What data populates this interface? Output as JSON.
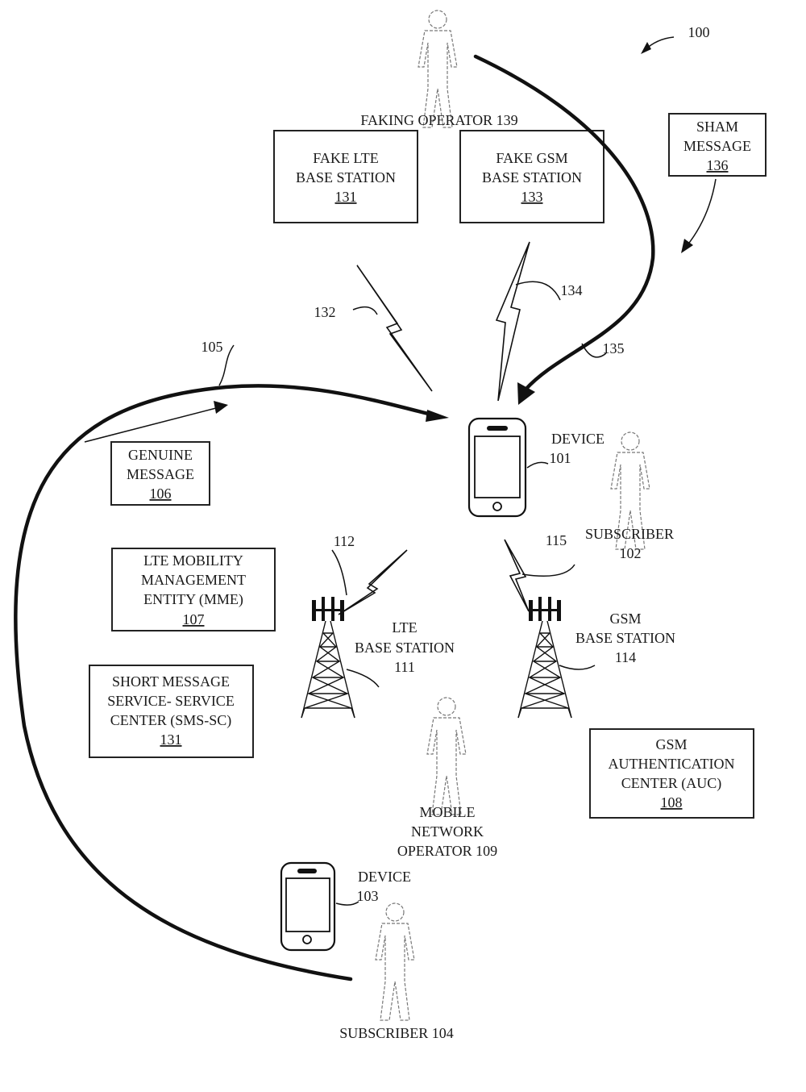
{
  "figure_ref": "100",
  "faking_operator": {
    "label": "FAKING OPERATOR 139"
  },
  "fake_lte": {
    "line1": "FAKE LTE",
    "line2": "BASE STATION",
    "ref": "131"
  },
  "fake_gsm": {
    "line1": "FAKE GSM",
    "line2": "BASE STATION",
    "ref": "133"
  },
  "sham_message": {
    "line1": "SHAM",
    "line2": "MESSAGE",
    "ref": "136"
  },
  "genuine_message": {
    "line1": "GENUINE",
    "line2": "MESSAGE",
    "ref": "106"
  },
  "mme": {
    "line1": "LTE MOBILITY",
    "line2": "MANAGEMENT",
    "line3": "ENTITY (MME)",
    "ref": "107"
  },
  "smssc": {
    "line1": "SHORT MESSAGE",
    "line2": "SERVICE- SERVICE",
    "line3": "CENTER (SMS-SC)",
    "ref": "131"
  },
  "auc": {
    "line1": "GSM",
    "line2": "AUTHENTICATION",
    "line3": "CENTER (AUC)",
    "ref": "108"
  },
  "device_101": {
    "line1": "DEVICE",
    "line2": "101"
  },
  "subscriber_102": {
    "line1": "SUBSCRIBER",
    "line2": "102"
  },
  "lte_bs": {
    "line1": "LTE",
    "line2": "BASE STATION",
    "line3": "111"
  },
  "gsm_bs": {
    "line1": "GSM",
    "line2": "BASE STATION",
    "line3": "114"
  },
  "mno": {
    "line1": "MOBILE",
    "line2": "NETWORK",
    "line3": "OPERATOR 109"
  },
  "device_103": {
    "line1": "DEVICE",
    "line2": "103"
  },
  "subscriber_104": {
    "label": "SUBSCRIBER 104"
  },
  "refs": {
    "link_132": "132",
    "link_134": "134",
    "path_135": "135",
    "path_105": "105",
    "link_112": "112",
    "link_115": "115"
  }
}
